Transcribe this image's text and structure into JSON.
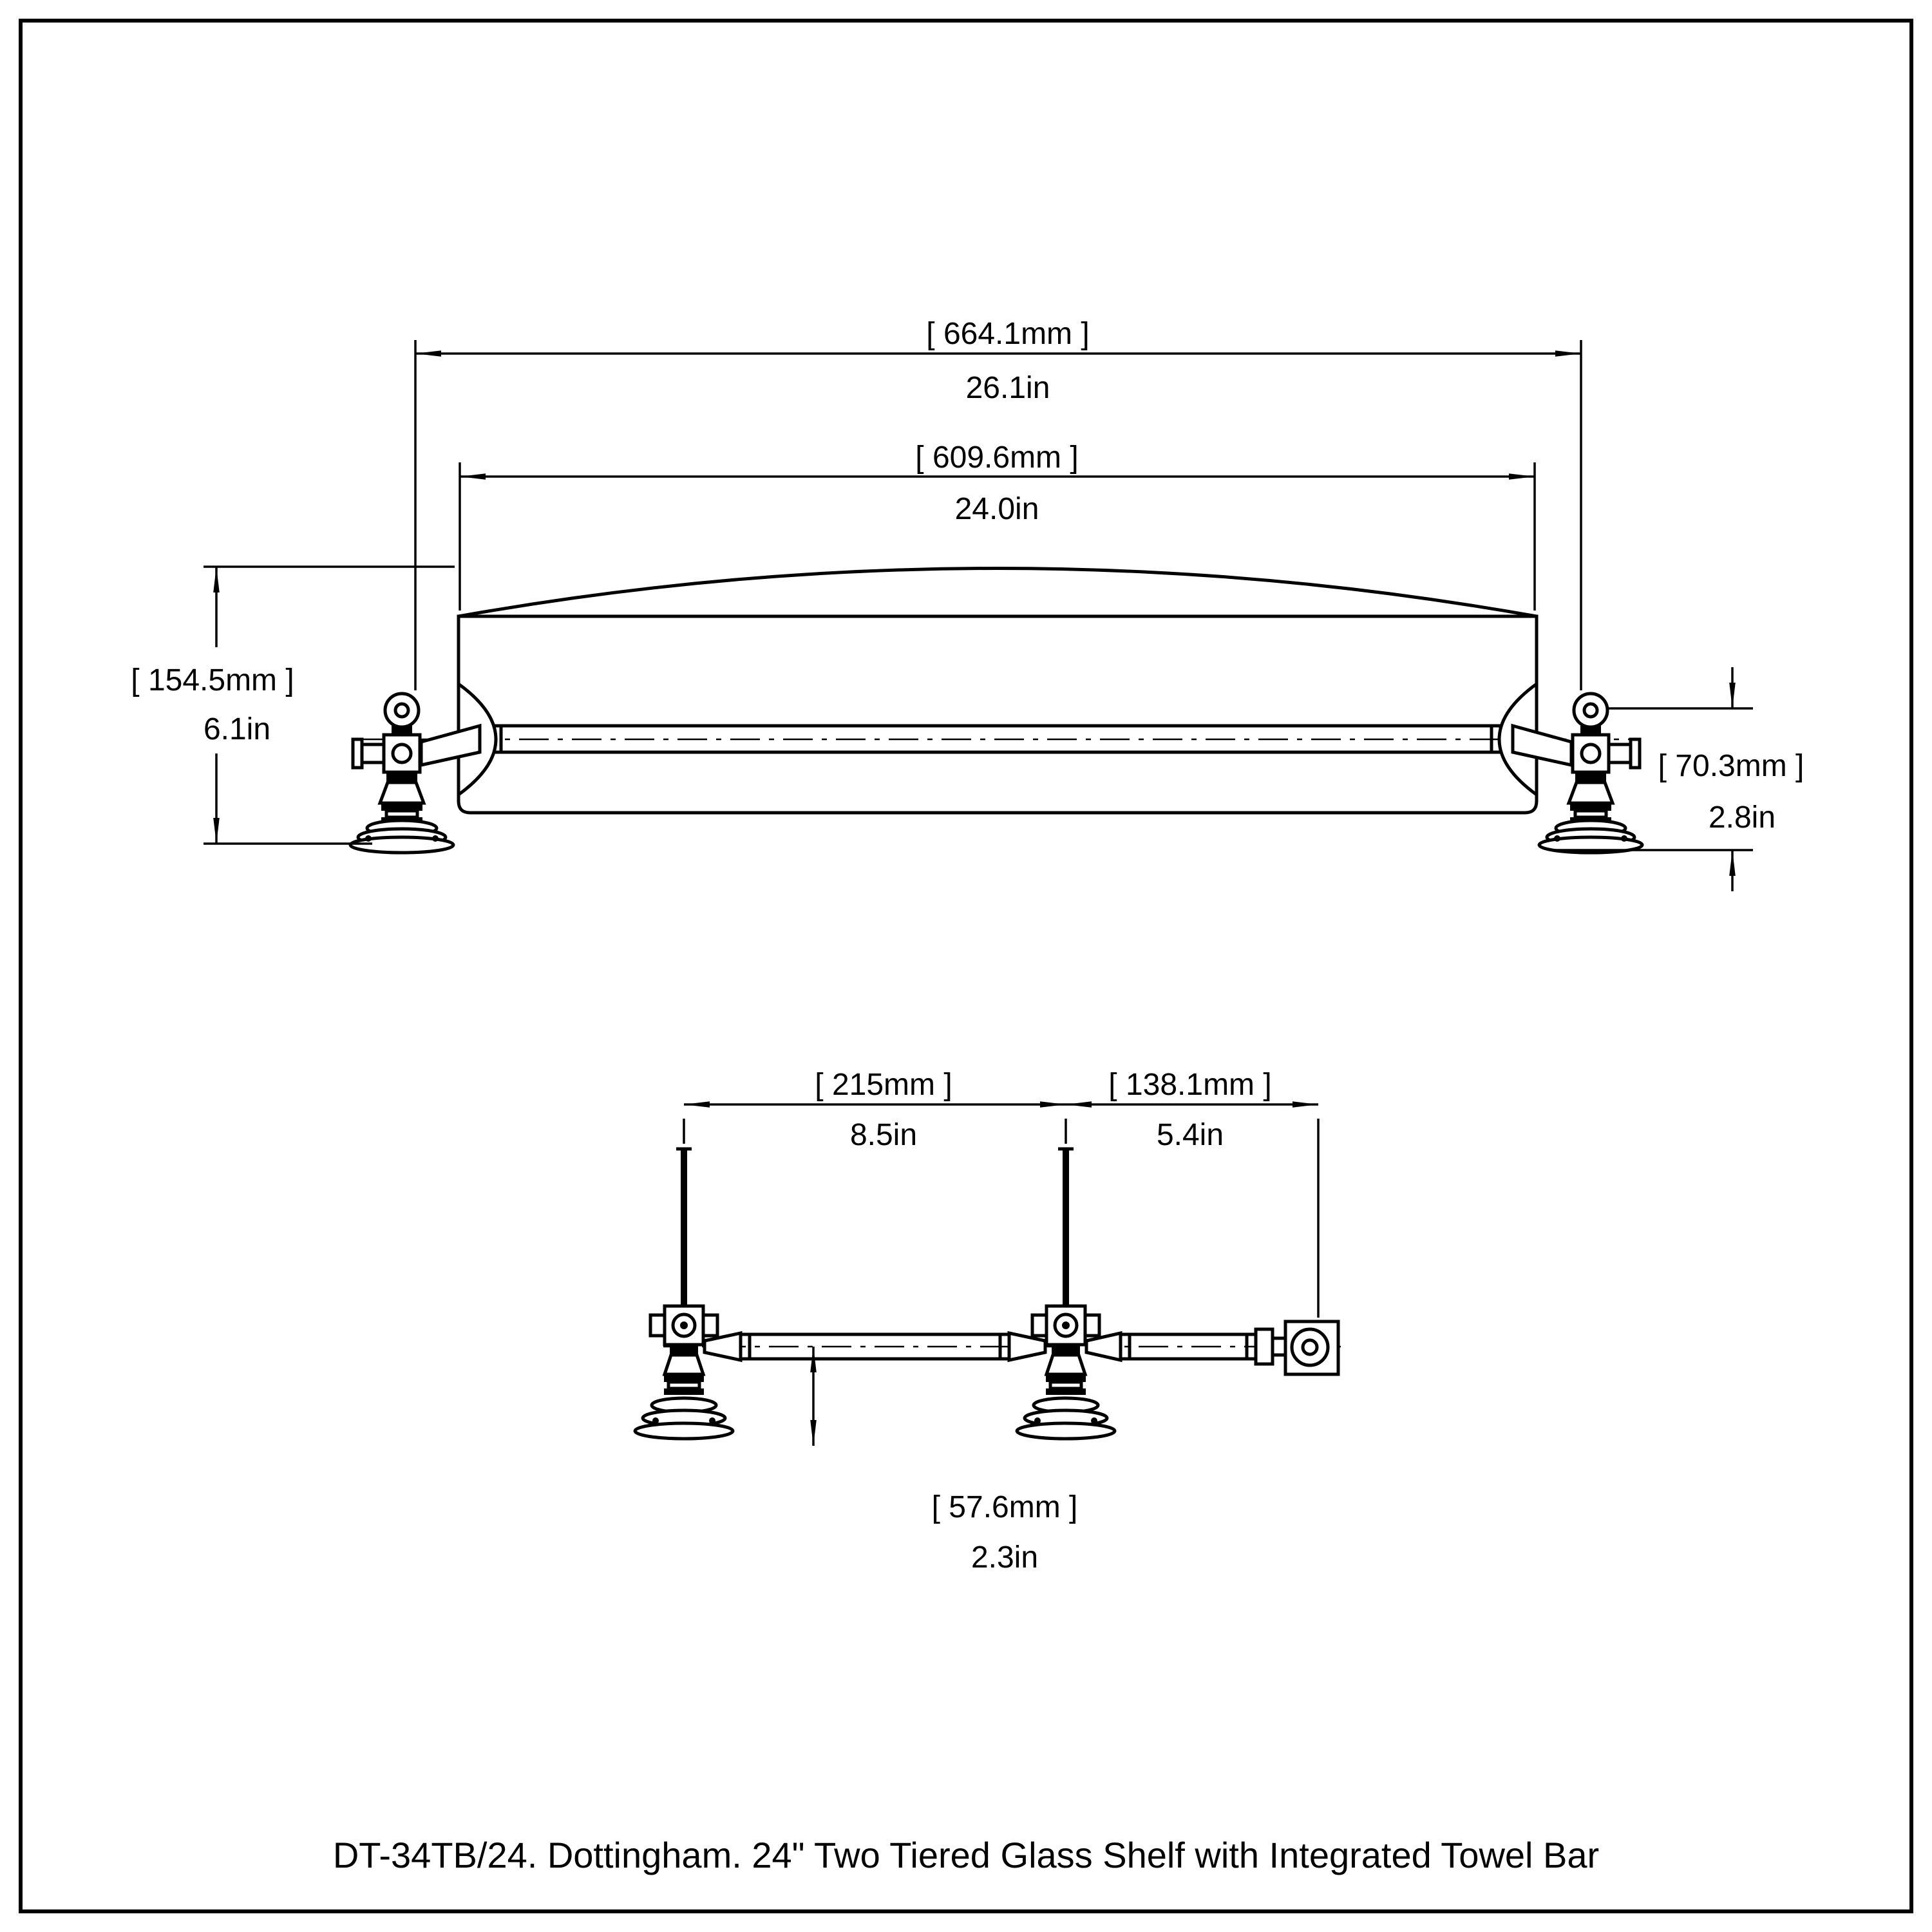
{
  "colors": {
    "ink": "#000000",
    "paper": "#ffffff"
  },
  "caption": "DT-34TB/24. Dottingham. 24\" Two Tiered Glass Shelf with Integrated Towel Bar",
  "front_view": {
    "dim_overall_width": {
      "mm": "[ 664.1mm ]",
      "inches": "26.1in"
    },
    "dim_glass_width": {
      "mm": "[ 609.6mm ]",
      "inches": "24.0in"
    },
    "dim_height": {
      "mm": "[ 154.5mm ]",
      "inches": "6.1in"
    },
    "dim_drop": {
      "mm": "[ 70.3mm ]",
      "inches": "2.8in"
    }
  },
  "plan_view": {
    "dim_post_spacing": {
      "mm": "[ 215mm ]",
      "inches": "8.5in"
    },
    "dim_end_offset": {
      "mm": "[ 138.1mm ]",
      "inches": "5.4in"
    },
    "dim_projection": {
      "mm": "[ 57.6mm ]",
      "inches": "2.3in"
    }
  }
}
